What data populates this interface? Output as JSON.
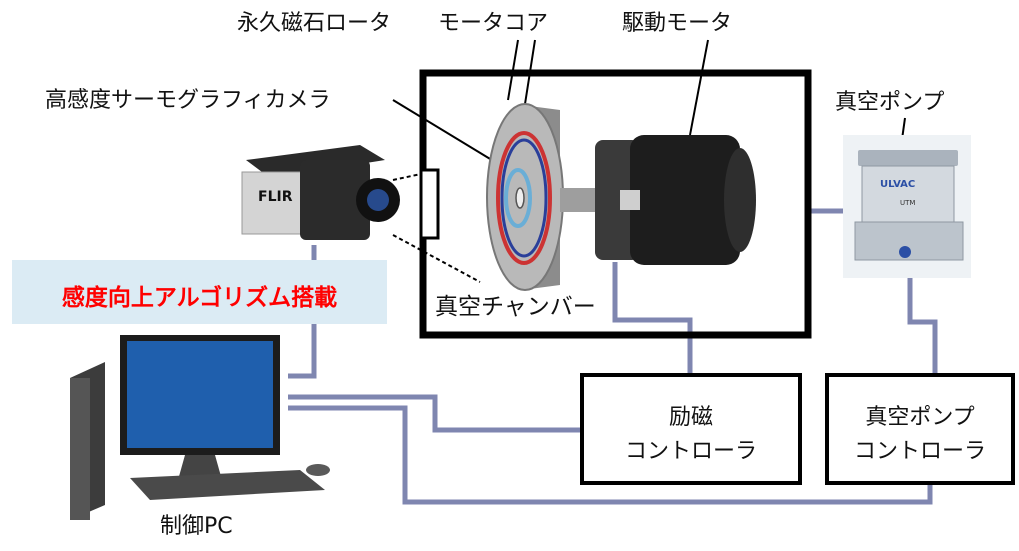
{
  "labels": {
    "rotor": "永久磁石ロータ",
    "motor_core": "モータコア",
    "drive_motor": "駆動モータ",
    "camera": "高感度サーモグラフィカメラ",
    "vacuum_pump": "真空ポンプ",
    "chamber": "真空チャンバー",
    "pc": "制御PC",
    "algorithm": "感度向上アルゴリズム搭載"
  },
  "controllers": {
    "excitation_line1": "励磁",
    "excitation_line2": "コントローラ",
    "pump_line1": "真空ポンプ",
    "pump_line2": "コントローラ"
  },
  "device_text": {
    "camera_brand": "FLIR",
    "pump_brand": "ULVAC",
    "pump_model": "UTM"
  },
  "colors": {
    "cable": "#7f86b0",
    "highlight_bg": "#dbebf4",
    "highlight_text": "#ff0000"
  }
}
